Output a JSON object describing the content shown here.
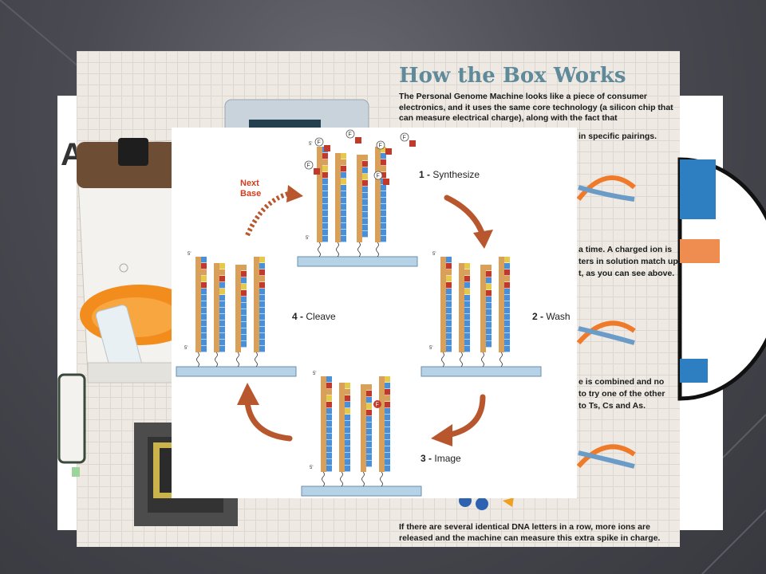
{
  "poster": {
    "title": "How the Box Works",
    "intro": "The Personal Genome Machine looks like a piece of consumer electronics, and it uses the same core technology (a silicon chip that can measure electrical charge), along with the fact that",
    "intro_tail": "in specific pairings.",
    "text1": [
      "a time. A charged ion is",
      "ters in solution match up",
      "t, as you can see above."
    ],
    "text2": [
      "e is combined and no",
      "to try one of the other",
      "to Ts, Cs and As."
    ],
    "footer": "If there are several identical DNA letters in a row, more ions are released and the machine can measure this extra spike in charge."
  },
  "slide": {
    "partial_letter": "A"
  },
  "diagram": {
    "steps": [
      {
        "num": "1",
        "label": "Synthesize"
      },
      {
        "num": "2",
        "label": "Wash"
      },
      {
        "num": "3",
        "label": "Image"
      },
      {
        "num": "4",
        "label": "Cleave"
      }
    ],
    "next_base": [
      "Next",
      "Base"
    ],
    "prime_label": "5'",
    "fluor_label": "F",
    "colors": {
      "A": "#4a90d9",
      "T": "#d9a05a",
      "C": "#c0392b",
      "G": "#e6c84a",
      "arrow": "#b8572e",
      "surface": "#b6d2e6",
      "next_base": "#d04020"
    }
  }
}
